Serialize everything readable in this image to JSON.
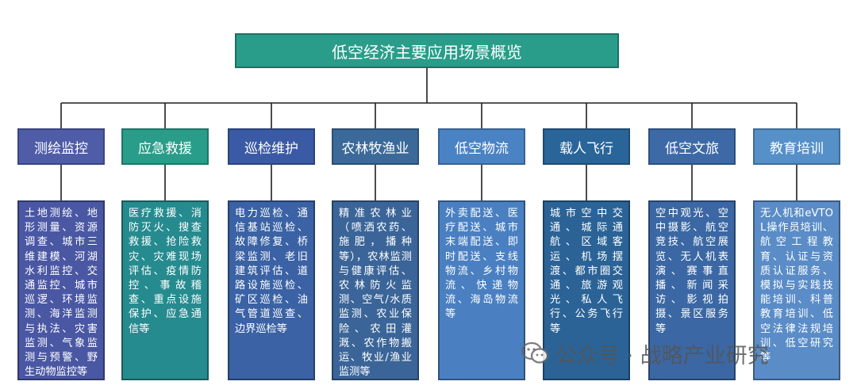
{
  "title": "低空经济主要应用场景概览",
  "colors": {
    "root": "#2a9d8a",
    "connector": "#1f1f1f",
    "category_fills": [
      "#4f5ca8",
      "#2a9d8a",
      "#3a5aa5",
      "#3b6a9a",
      "#4a83c4",
      "#2a6599",
      "#3d6aa7",
      "#5590c8"
    ],
    "desc_fills": [
      "#4a57a3",
      "#268b8f",
      "#3a62a4",
      "#3b6598",
      "#4a80c2",
      "#2b6397",
      "#3b68a4",
      "#5a8cc7"
    ]
  },
  "categories": [
    {
      "name": "测绘监控",
      "desc": "土地测绘、地形测量、资源调查、城市三维建模、河湖水利监控、交通监控、城市巡逻、环境监测、海洋监测与执法、灾害监测、气象监测与预警、野生动物监控等"
    },
    {
      "name": "应急救援",
      "desc": "医疗救援、消防灭火、搜查救援、抢险救灾、灾难现场评估、疫情防控、事故稽查、重点设施保护、应急通信等"
    },
    {
      "name": "巡检维护",
      "desc": "电力巡检、通信基站巡检、故障修复、桥梁监测、老旧建筑评估、道路设施巡检、矿区巡检、油气管道巡查、边界巡检等"
    },
    {
      "name": "农林牧渔业",
      "desc": "精准农林业（喷洒农药、施肥，播种等），农林监测与健康评估、农林防火监测、空气/水质监测、农业保险、农田灌溉、农作物搬运、牧业/渔业监测等"
    },
    {
      "name": "低空物流",
      "desc": "外卖配送、医疗配送、城市末端配送、即时配送、支线物流、乡村物流、快递物流、海岛物流等"
    },
    {
      "name": "载人飞行",
      "desc": "城市空中交通、城际通航、区域客运、机场摆渡、都市圈交通、旅游观光、私人飞行、公务飞行等"
    },
    {
      "name": "低空文旅",
      "desc": "空中观光、空中摄影、航空竞技、航空展览、无人机表演、赛事直播、新闻采访、影视拍摄、景区服务等"
    },
    {
      "name": "教育培训",
      "desc": "无人机和eVTOL操作员培训、航空工程教育、认证与资质认证服务、模拟与实践技能培训、科普教育培训、低空法律法规培训、低空研究等"
    }
  ],
  "watermark": {
    "text": "公众号 · 战略产业研究",
    "icon": "wechat-icon"
  }
}
